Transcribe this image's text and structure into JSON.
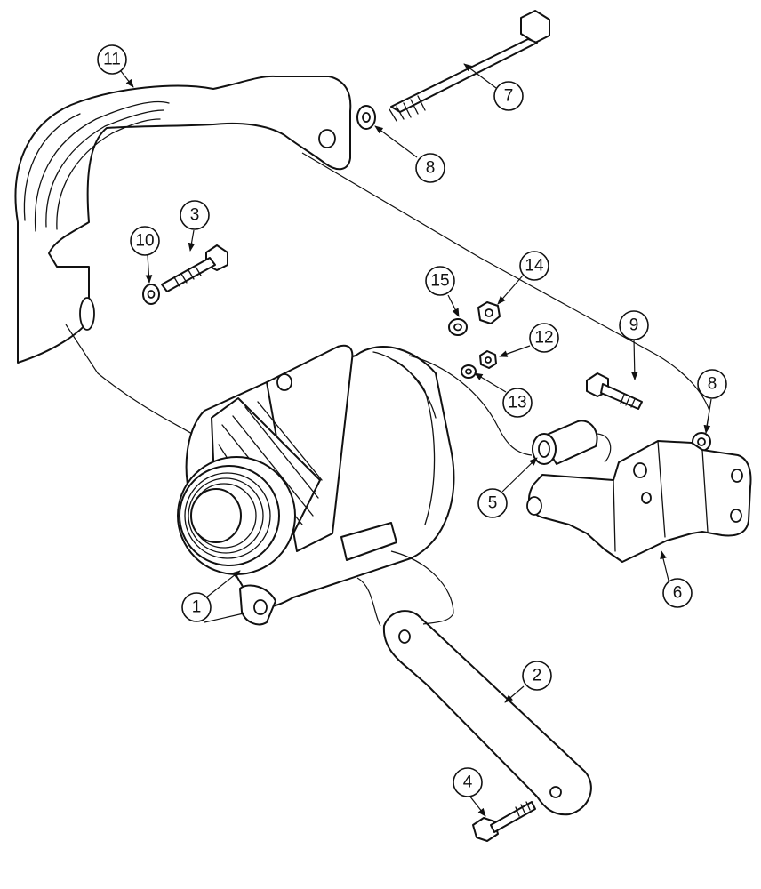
{
  "callouts": [
    {
      "id": "c1",
      "label": "1"
    },
    {
      "id": "c2",
      "label": "2"
    },
    {
      "id": "c3",
      "label": "3"
    },
    {
      "id": "c4",
      "label": "4"
    },
    {
      "id": "c5",
      "label": "5"
    },
    {
      "id": "c6",
      "label": "6"
    },
    {
      "id": "c7",
      "label": "7"
    },
    {
      "id": "c8a",
      "label": "8"
    },
    {
      "id": "c8b",
      "label": "8"
    },
    {
      "id": "c9",
      "label": "9"
    },
    {
      "id": "c10",
      "label": "10"
    },
    {
      "id": "c11",
      "label": "11"
    },
    {
      "id": "c12",
      "label": "12"
    },
    {
      "id": "c13",
      "label": "13"
    },
    {
      "id": "c14",
      "label": "14"
    },
    {
      "id": "c15",
      "label": "15"
    }
  ],
  "colors": {
    "ink": "#111111",
    "paper": "#ffffff"
  }
}
